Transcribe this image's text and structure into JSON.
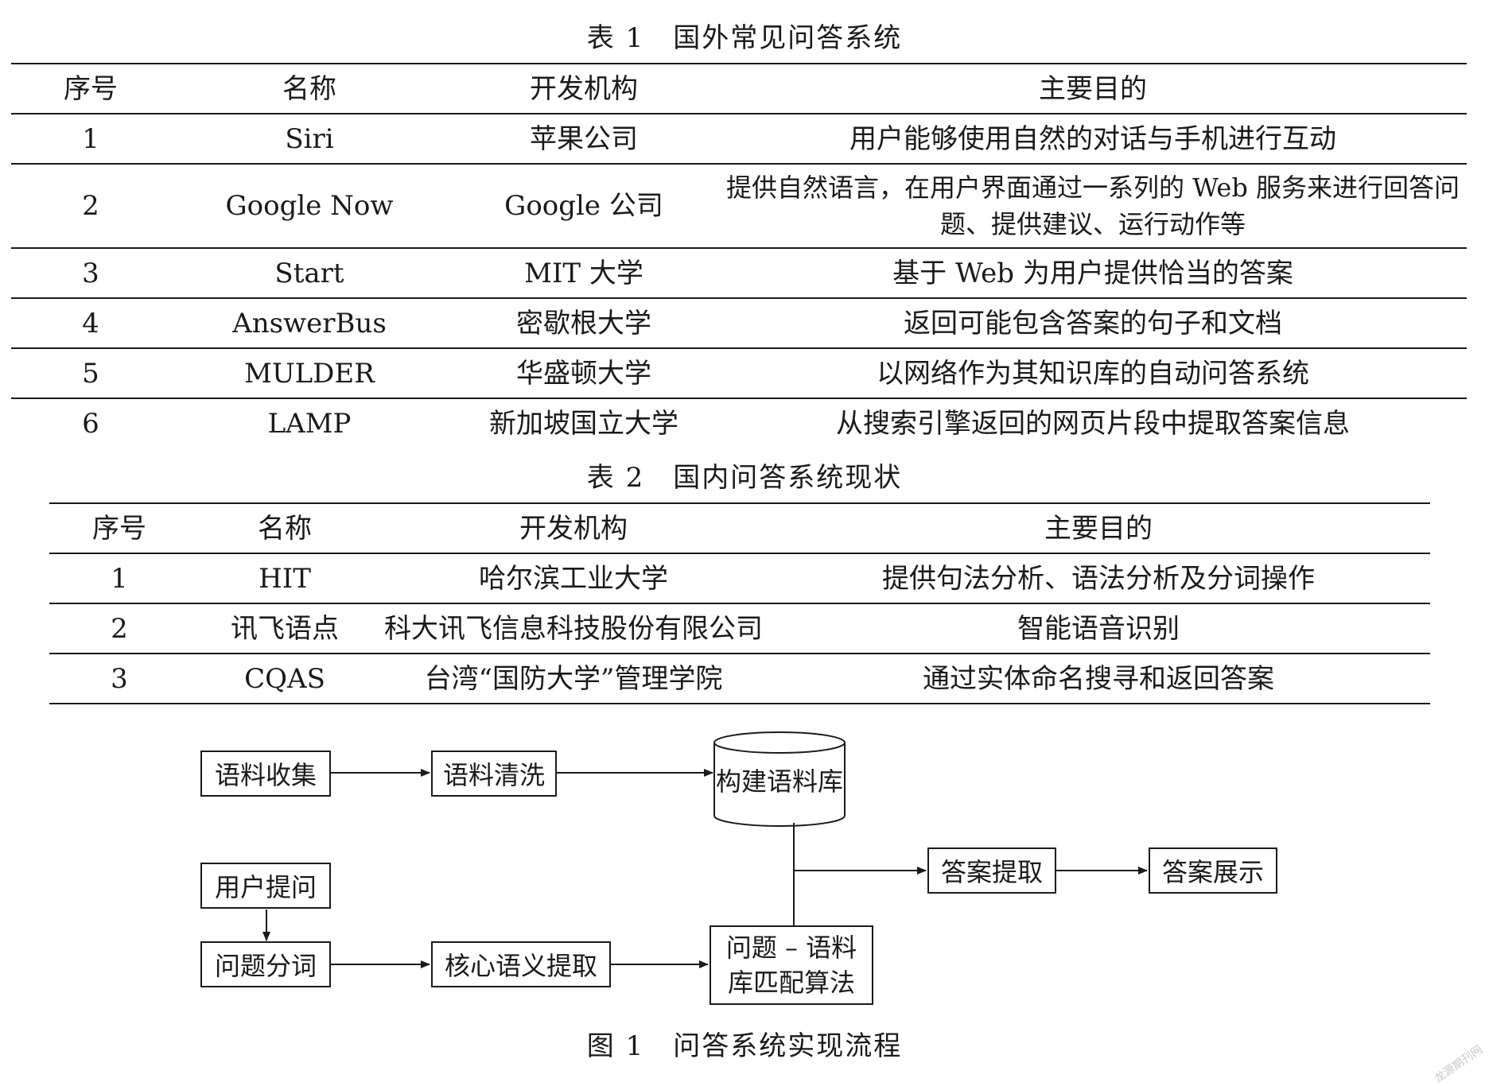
{
  "table1": {
    "caption": "表 1　国外常见问答系统",
    "headers": [
      "序号",
      "名称",
      "开发机构",
      "主要目的"
    ],
    "rows": [
      [
        "1",
        "Siri",
        "苹果公司",
        "用户能够使用自然的对话与手机进行互动"
      ],
      [
        "2",
        "Google Now",
        "Google 公司",
        "提供自然语言，在用户界面通过一系列的 Web 服务来进行回答问题、提供建议、运行动作等"
      ],
      [
        "3",
        "Start",
        "MIT 大学",
        "基于 Web 为用户提供恰当的答案"
      ],
      [
        "4",
        "AnswerBus",
        "密歇根大学",
        "返回可能包含答案的句子和文档"
      ],
      [
        "5",
        "MULDER",
        "华盛顿大学",
        "以网络作为其知识库的自动问答系统"
      ],
      [
        "6",
        "LAMP",
        "新加坡国立大学",
        "从搜索引擎返回的网页片段中提取答案信息"
      ]
    ]
  },
  "table2": {
    "caption": "表 2　国内问答系统现状",
    "headers": [
      "序号",
      "名称",
      "开发机构",
      "主要目的"
    ],
    "rows": [
      [
        "1",
        "HIT",
        "哈尔滨工业大学",
        "提供句法分析、语法分析及分词操作"
      ],
      [
        "2",
        "讯飞语点",
        "科大讯飞信息科技股份有限公司",
        "智能语音识别"
      ],
      [
        "3",
        "CQAS",
        "台湾“国防大学”管理学院",
        "通过实体命名搜寻和返回答案"
      ]
    ]
  },
  "figure1": {
    "caption": "图 1　问答系统实现流程",
    "nodes": {
      "corpus_collect": "语料收集",
      "corpus_clean": "语料清洗",
      "build_corpus": "构建语料库",
      "user_question": "用户提问",
      "question_segment": "问题分词",
      "core_semantic": "核心语义提取",
      "match_algo_line1": "问题 – 语料",
      "match_algo_line2": "库匹配算法",
      "answer_extract": "答案提取",
      "answer_display": "答案展示"
    }
  },
  "watermark": "龙源期刊网"
}
